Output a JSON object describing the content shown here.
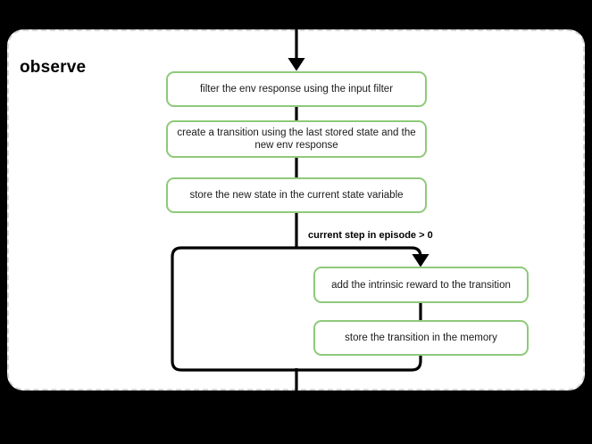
{
  "diagram": {
    "type": "flowchart",
    "scope_title": "observe",
    "background_color": "#000000",
    "panel_color": "#ffffff",
    "panel_border_color": "#d6d6d6",
    "node_border_color": "#8fc97a",
    "edge_color": "#000000",
    "nodes": [
      {
        "id": "n1",
        "label": "filter the env response using the input filter"
      },
      {
        "id": "n2",
        "label": "create a transition using the last stored state and the new env response"
      },
      {
        "id": "n3",
        "label": "store the new state in the current state variable"
      },
      {
        "id": "n4",
        "label": "add the intrinsic reward to the transition"
      },
      {
        "id": "n5",
        "label": "store the transition in the memory"
      }
    ],
    "edge_labels": [
      {
        "id": "e-branch",
        "label": "current step in episode > 0"
      }
    ]
  }
}
